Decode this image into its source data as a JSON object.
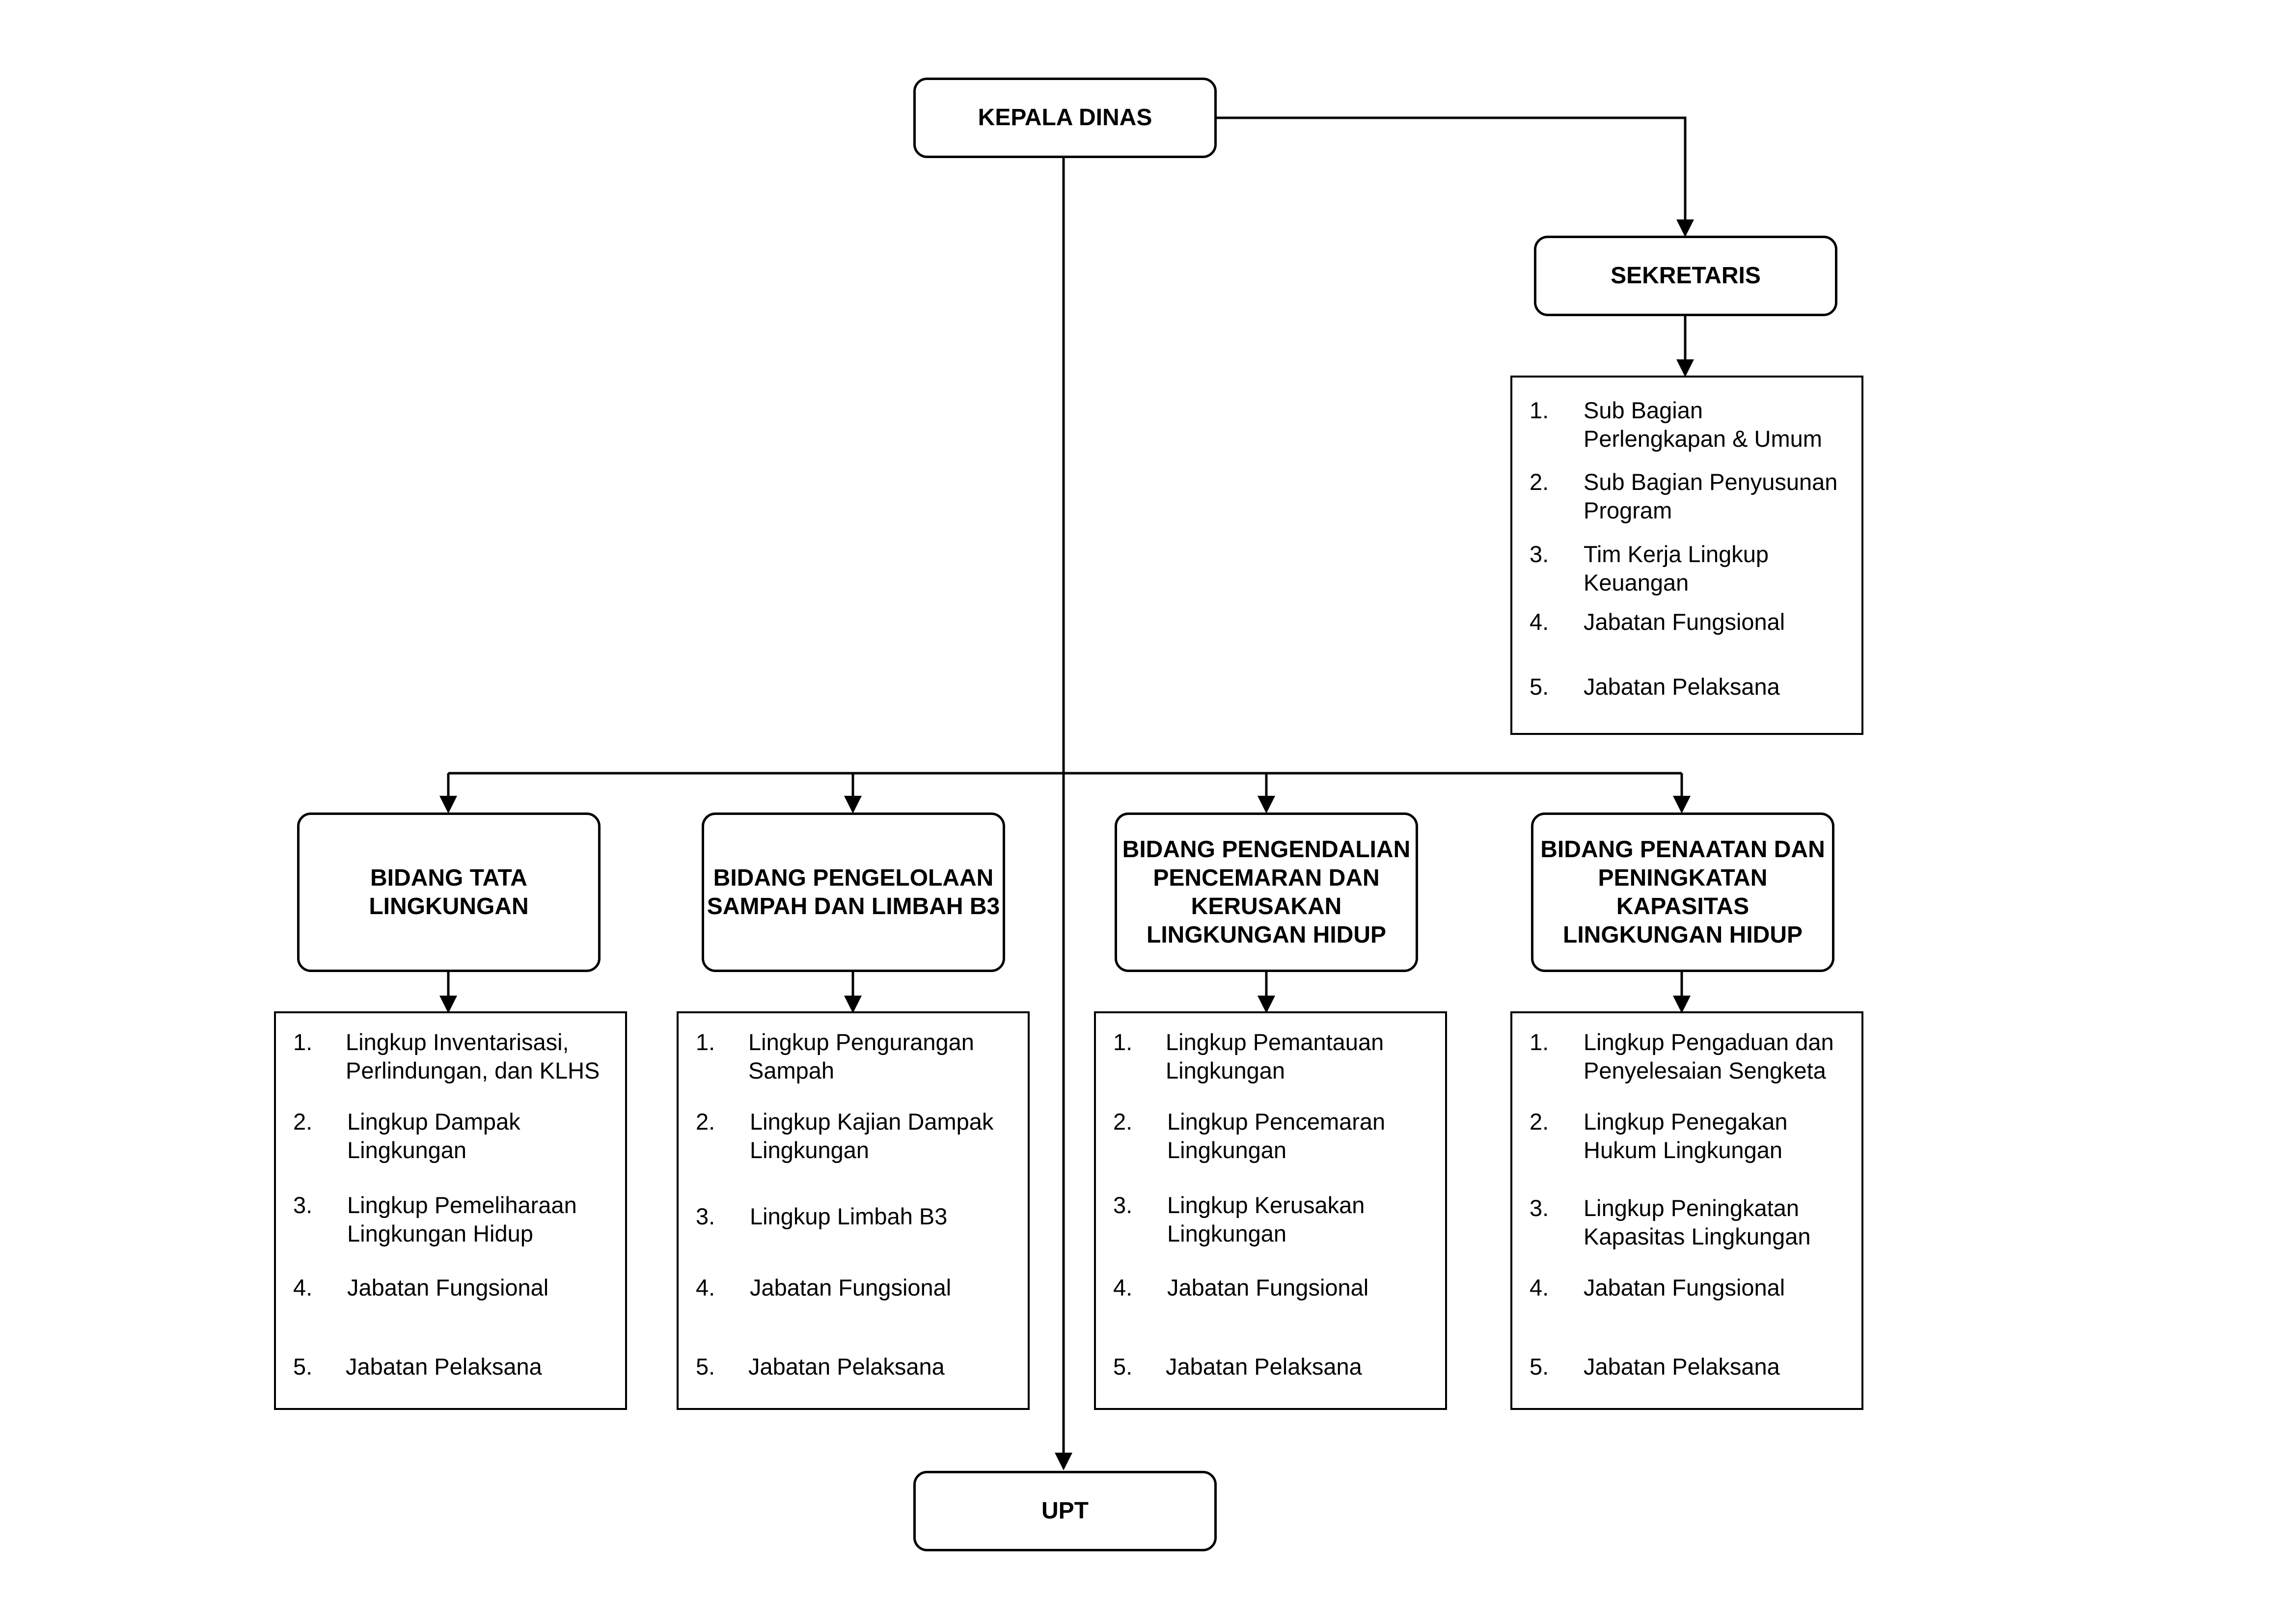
{
  "head": {
    "label": "KEPALA DINAS"
  },
  "secretary": {
    "label": "SEKRETARIS",
    "items": [
      {
        "num": "1.",
        "text": "Sub Bagian Perlengkapan & Umum"
      },
      {
        "num": "2.",
        "text": "Sub Bagian Penyusunan Program"
      },
      {
        "num": "3.",
        "text": "Tim Kerja Lingkup Keuangan"
      },
      {
        "num": "4.",
        "text": "Jabatan Fungsional"
      },
      {
        "num": "5.",
        "text": "Jabatan Pelaksana"
      }
    ]
  },
  "divisions": [
    {
      "label": "BIDANG TATA LINGKUNGAN",
      "items": [
        {
          "num": "1.",
          "text": "Lingkup Inventarisasi, Perlindungan, dan KLHS"
        },
        {
          "num": "2.",
          "text": "Lingkup Dampak Lingkungan"
        },
        {
          "num": "3.",
          "text": "Lingkup Pemeliharaan Lingkungan Hidup"
        },
        {
          "num": "4.",
          "text": "Jabatan Fungsional"
        },
        {
          "num": "5.",
          "text": "Jabatan Pelaksana"
        }
      ]
    },
    {
      "label": "BIDANG PENGELOLAAN SAMPAH DAN LIMBAH B3",
      "items": [
        {
          "num": "1.",
          "text": "Lingkup Pengurangan Sampah"
        },
        {
          "num": "2.",
          "text": "Lingkup Kajian Dampak Lingkungan"
        },
        {
          "num": "3.",
          "text": "Lingkup Limbah B3"
        },
        {
          "num": "4.",
          "text": "Jabatan Fungsional"
        },
        {
          "num": "5.",
          "text": "Jabatan Pelaksana"
        }
      ]
    },
    {
      "label": "BIDANG PENGENDALIAN PENCEMARAN DAN KERUSAKAN LINGKUNGAN HIDUP",
      "items": [
        {
          "num": "1.",
          "text": "Lingkup Pemantauan Lingkungan"
        },
        {
          "num": "2.",
          "text": "Lingkup Pencemaran Lingkungan"
        },
        {
          "num": "3.",
          "text": "Lingkup Kerusakan Lingkungan"
        },
        {
          "num": "4.",
          "text": "Jabatan Fungsional"
        },
        {
          "num": "5.",
          "text": "Jabatan Pelaksana"
        }
      ]
    },
    {
      "label": "BIDANG PENAATAN DAN PENINGKATAN KAPASITAS LINGKUNGAN HIDUP",
      "items": [
        {
          "num": "1.",
          "text": "Lingkup Pengaduan dan Penyelesaian Sengketa"
        },
        {
          "num": "2.",
          "text": "Lingkup Penegakan Hukum Lingkungan"
        },
        {
          "num": "3.",
          "text": "Lingkup Peningkatan Kapasitas Lingkungan"
        },
        {
          "num": "4.",
          "text": "Jabatan Fungsional"
        },
        {
          "num": "5.",
          "text": "Jabatan Pelaksana"
        }
      ]
    }
  ],
  "upt": {
    "label": "UPT"
  }
}
